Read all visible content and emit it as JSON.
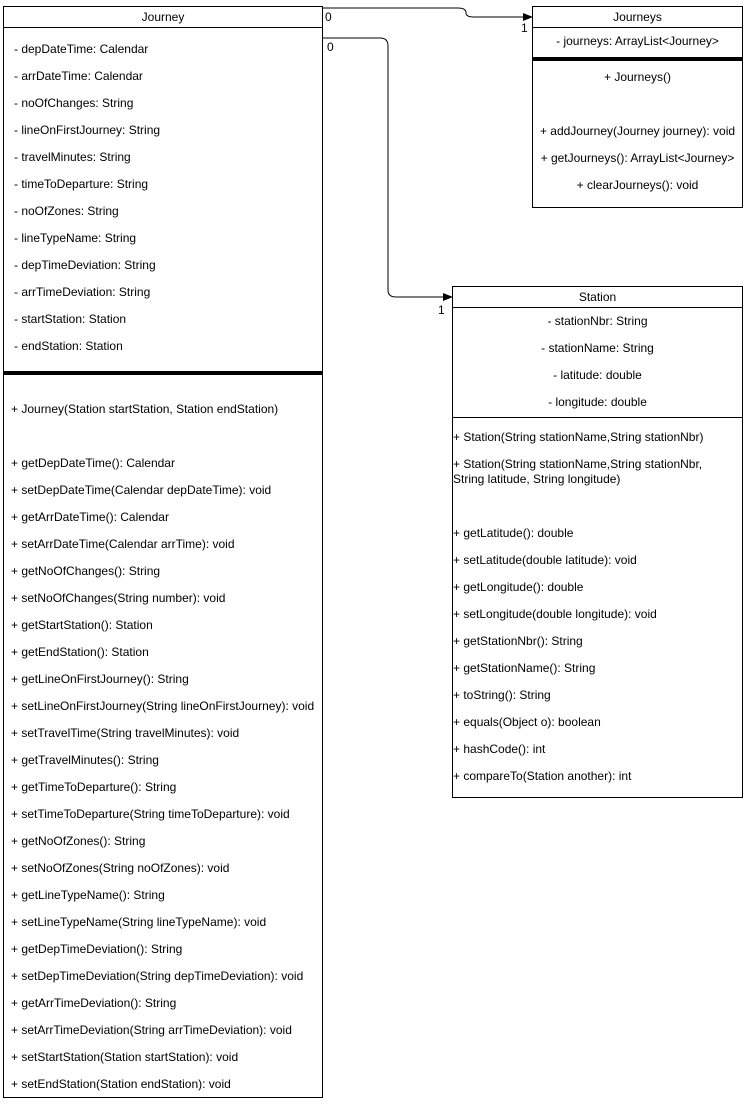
{
  "journey": {
    "title": "Journey",
    "attributes": [
      "- depDateTime: Calendar",
      "- arrDateTime: Calendar",
      "- noOfChanges: String",
      "- lineOnFirstJourney: String",
      "- travelMinutes: String",
      "- timeToDeparture: String",
      "- noOfZones: String",
      "- lineTypeName: String",
      "- depTimeDeviation: String",
      "- arrTimeDeviation: String",
      "- startStation: Station",
      "- endStation: Station"
    ],
    "constructor": "+ Journey(Station startStation, Station endStation)",
    "methods": [
      "+ getDepDateTime(): Calendar",
      "+ setDepDateTime(Calendar depDateTime): void",
      "+ getArrDateTime(): Calendar",
      "+ setArrDateTime(Calendar arrTime): void",
      "+ getNoOfChanges(): String",
      "+ setNoOfChanges(String number): void",
      "+ getStartStation(): Station",
      "+ getEndStation(): Station",
      "+ getLineOnFirstJourney(): String",
      "+ setLineOnFirstJourney(String lineOnFirstJourney): void",
      "+ setTravelTime(String travelMinutes): void",
      "+ getTravelMinutes(): String",
      "+ getTimeToDeparture(): String",
      "+ setTimeToDeparture(String timeToDeparture): void",
      "+ getNoOfZones(): String",
      "+ setNoOfZones(String noOfZones): void",
      "+ getLineTypeName(): String",
      "+ setLineTypeName(String lineTypeName): void",
      "+ getDepTimeDeviation(): String",
      "+ setDepTimeDeviation(String depTimeDeviation): void",
      "+ getArrTimeDeviation(): String",
      "+ setArrTimeDeviation(String arrTimeDeviation): void",
      "+ setStartStation(Station startStation): void",
      "+ setEndStation(Station endStation): void"
    ]
  },
  "journeys": {
    "title": "Journeys",
    "attributes": [
      "-  journeys: ArrayList<Journey>"
    ],
    "constructor": "+ Journeys()",
    "methods": [
      "+ addJourney(Journey journey): void",
      "+ getJourneys(): ArrayList<Journey>",
      "+ clearJourneys(): void"
    ]
  },
  "station": {
    "title": "Station",
    "attributes": [
      "- stationNbr: String",
      "- stationName: String",
      "- latitude: double",
      "- longitude: double"
    ],
    "constructors": [
      "+ Station(String stationName,String stationNbr)",
      "+ Station(String stationName,String stationNbr, String latitude, String longitude)"
    ],
    "methods": [
      "+ getLatitude(): double",
      "+ setLatitude(double latitude): void",
      "+ getLongitude(): double",
      "+ setLongitude(double longitude): void",
      "+ getStationNbr(): String",
      "+ getStationName(): String",
      "+ toString(): String",
      "+ equals(Object o): boolean",
      " + hashCode(): int",
      " + compareTo(Station another): int"
    ]
  },
  "associations": {
    "journey_to_journeys": {
      "source_multiplicity": "0",
      "target_multiplicity": "1"
    },
    "journey_to_station": {
      "source_multiplicity": "0",
      "target_multiplicity": "1"
    }
  }
}
